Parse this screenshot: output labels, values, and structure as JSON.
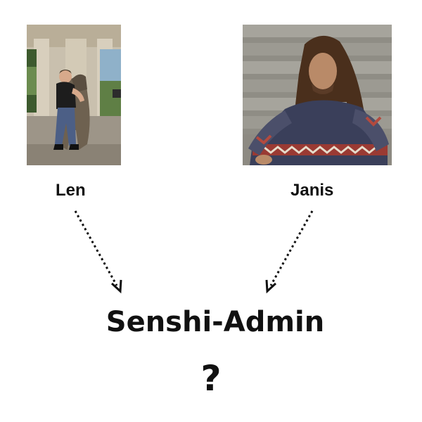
{
  "people": [
    {
      "name": "Len",
      "photo_description_icon": "person-with-statue-photo"
    },
    {
      "name": "Janis",
      "photo_description_icon": "long-haired-man-photo"
    }
  ],
  "target": {
    "title": "Senshi-Admin",
    "question": "?"
  },
  "colors": {
    "text": "#111111",
    "arrow": "#111111",
    "background": "#ffffff"
  }
}
